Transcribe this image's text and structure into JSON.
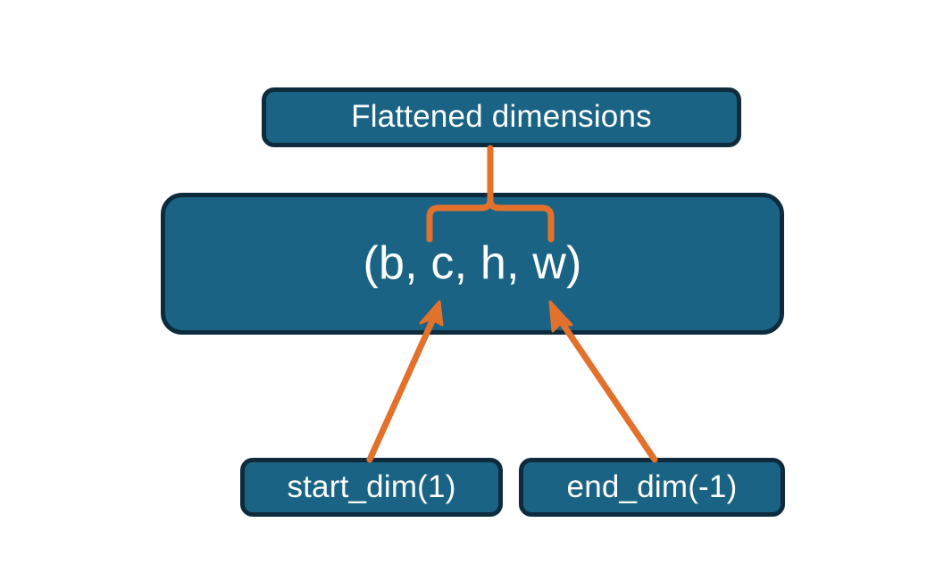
{
  "diagram": {
    "title_node": {
      "label": "Flattened dimensions"
    },
    "shape_node": {
      "label": "(b, c, h, w)"
    },
    "start_dim_node": {
      "label": "start_dim(1)"
    },
    "end_dim_node": {
      "label": "end_dim(-1)"
    },
    "colors": {
      "node_fill": "#1a6384",
      "node_border": "#0e2b3d",
      "node_text": "#ffffff",
      "connector": "#e2712c",
      "background": "#ffffff"
    },
    "connectors": {
      "brace": "curly-brace-upward",
      "start_dim_arrow": "arrow-up-right",
      "end_dim_arrow": "arrow-up-left"
    }
  }
}
